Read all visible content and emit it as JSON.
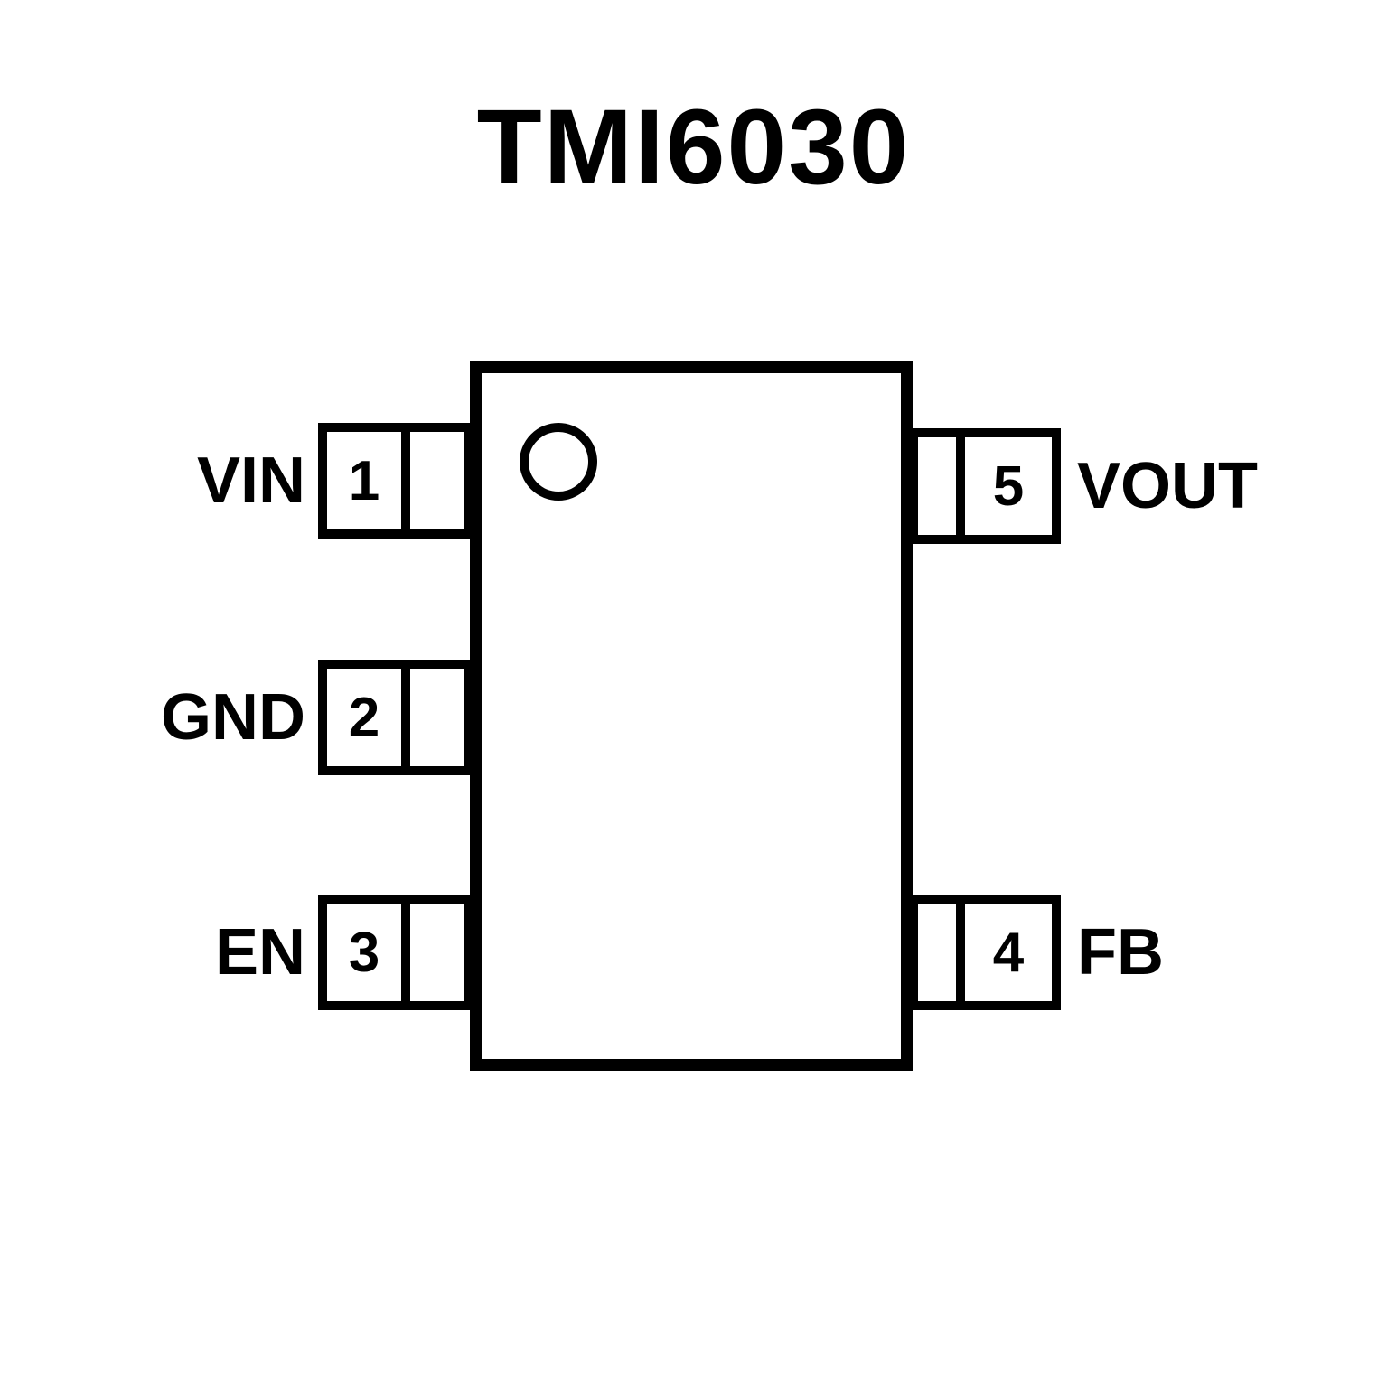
{
  "title": "TMI6030",
  "pins": {
    "left": [
      {
        "number": "1",
        "label": "VIN"
      },
      {
        "number": "2",
        "label": "GND"
      },
      {
        "number": "3",
        "label": "EN"
      }
    ],
    "right": [
      {
        "number": "5",
        "label": "VOUT"
      },
      {
        "number": "4",
        "label": "FB"
      }
    ]
  },
  "colors": {
    "line": "#000000",
    "background": "#ffffff"
  }
}
